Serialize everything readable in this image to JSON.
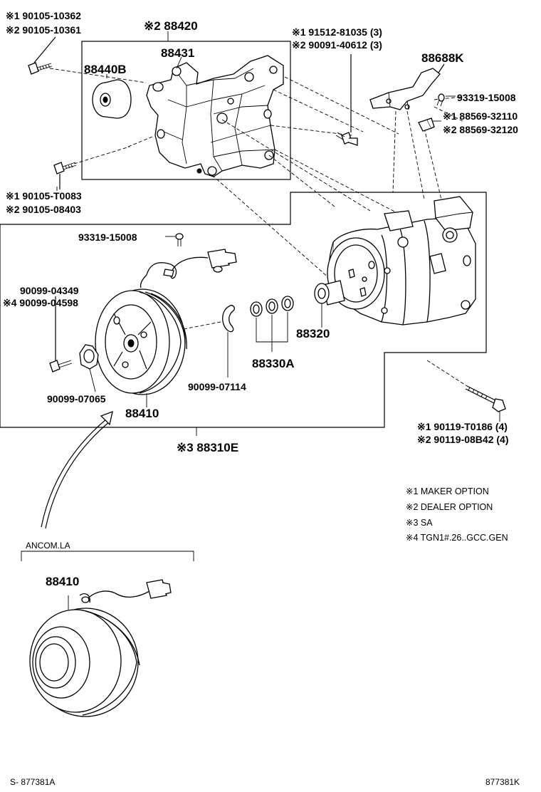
{
  "labels": {
    "bolt_top_1": "※1 90105-10362",
    "bolt_top_2": "※2 90105-10361",
    "bracket_assy": "※2 88420",
    "bracket": "88431",
    "idler": "88440B",
    "bolt_mid_1": "※1 91512-81035 (3)",
    "bolt_mid_2": "※2 90091-40612 (3)",
    "bracket_k": "88688K",
    "screw_k": "93319-15008",
    "clamp_1": "※1 88569-32110",
    "clamp_2": "※2 88569-32120",
    "bolt_left_1": "※1 90105-T0083",
    "bolt_left_2": "※2 90105-08403",
    "screw_clutch": "93319-15008",
    "bolt_clutch_1": "90099-04349",
    "bolt_clutch_4": "※4 90099-04598",
    "compressor": "88320",
    "ring": "90099-07114",
    "shims": "88330A",
    "washer": "90099-07065",
    "clutch": "88410",
    "compressor_assy": "※3 88310E",
    "bolt_long_1": "※1 90119-T0186 (4)",
    "bolt_long_2": "※2 90119-08B42 (4)",
    "ancom": "ANCOM.LA",
    "clutch_alt": "88410",
    "footer_left": "S- 877381A",
    "footer_right": "877381K"
  },
  "notes": [
    "※1 MAKER OPTION",
    "※2 DEALER OPTION",
    "※3 SA",
    "※4 TGN1#.26..GCC.GEN"
  ],
  "icons": [
    "bolt-icon",
    "bracket-icon",
    "pulley-icon",
    "compressor-icon",
    "clutch-icon",
    "snap-ring-icon",
    "shim-icon",
    "connector-icon",
    "screw-icon",
    "arrow-icon"
  ]
}
